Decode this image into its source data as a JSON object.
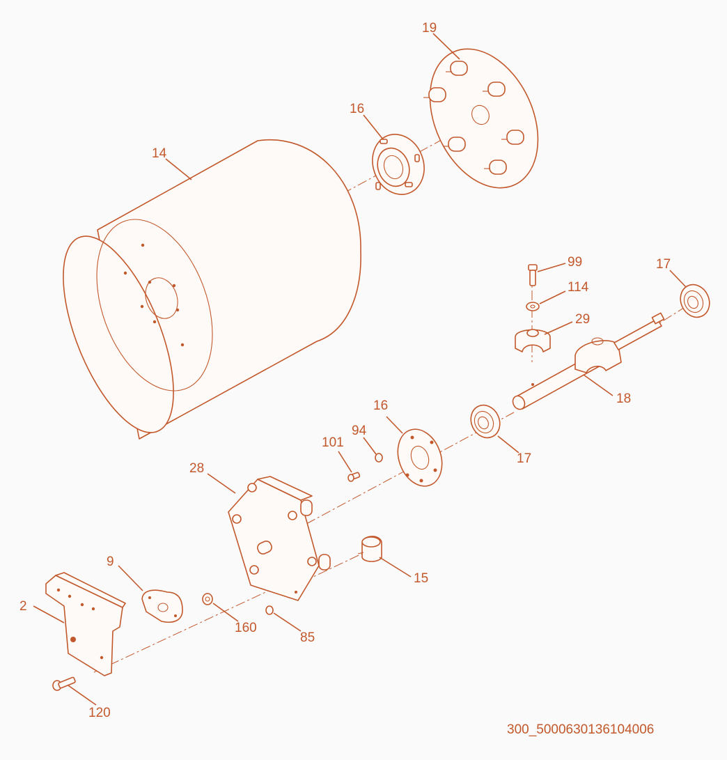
{
  "colors": {
    "ink": "#c2582b",
    "background": "#fafafa"
  },
  "callouts": [
    {
      "id": "c19",
      "label": "19"
    },
    {
      "id": "c16a",
      "label": "16"
    },
    {
      "id": "c14",
      "label": "14"
    },
    {
      "id": "c99",
      "label": "99"
    },
    {
      "id": "c17a",
      "label": "17"
    },
    {
      "id": "c114",
      "label": "114"
    },
    {
      "id": "c29",
      "label": "29"
    },
    {
      "id": "c18",
      "label": "18"
    },
    {
      "id": "c16b",
      "label": "16"
    },
    {
      "id": "c94",
      "label": "94"
    },
    {
      "id": "c101",
      "label": "101"
    },
    {
      "id": "c17b",
      "label": "17"
    },
    {
      "id": "c28",
      "label": "28"
    },
    {
      "id": "c9",
      "label": "9"
    },
    {
      "id": "c15",
      "label": "15"
    },
    {
      "id": "c2",
      "label": "2"
    },
    {
      "id": "c160",
      "label": "160"
    },
    {
      "id": "c85",
      "label": "85"
    },
    {
      "id": "c120",
      "label": "120"
    }
  ],
  "drawing_code": "300_5000630136104006"
}
